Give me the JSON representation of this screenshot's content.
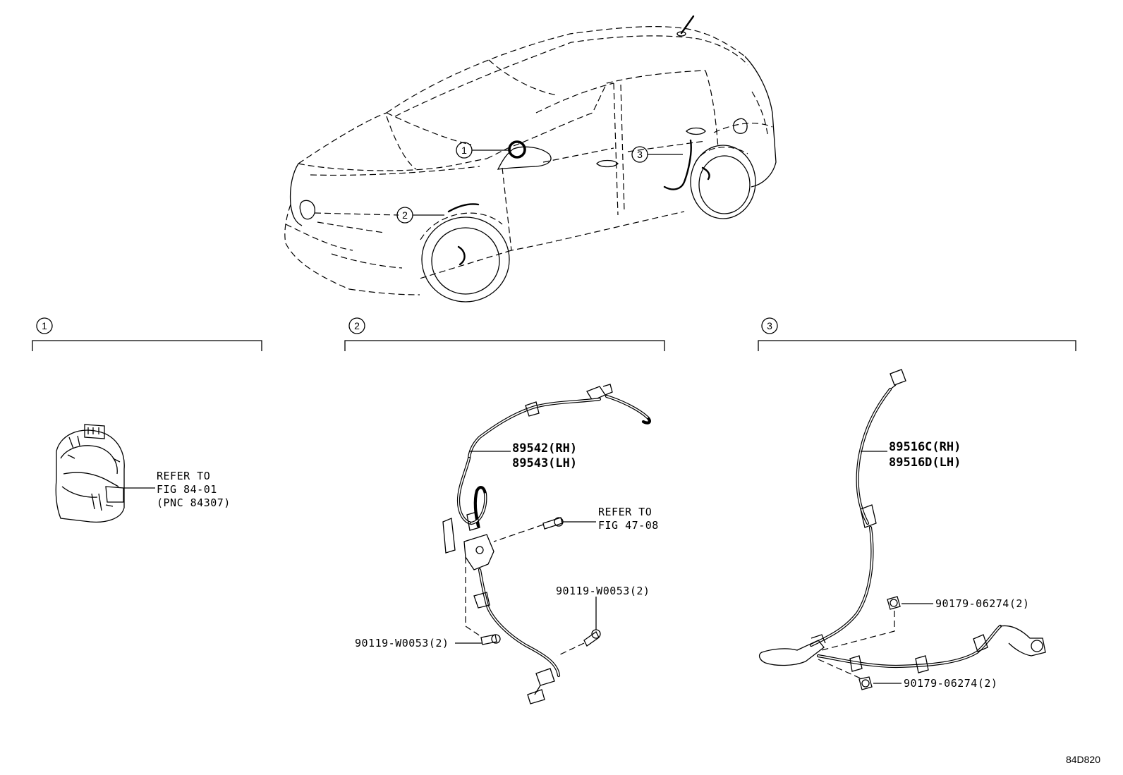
{
  "figure_code": "84D820",
  "callouts": {
    "c1": "1",
    "c2": "2",
    "c3": "3"
  },
  "sections": [
    {
      "number": "1",
      "refer_line1": "REFER TO",
      "refer_line2": "FIG 84-01",
      "refer_line3": "(PNC 84307)"
    },
    {
      "number": "2",
      "part_rh": "89542(RH)",
      "part_lh": "89543(LH)",
      "refer_line1": "REFER TO",
      "refer_line2": "FIG 47-08",
      "bolt_right": "90119-W0053(2)",
      "bolt_left": "90119-W0053(2)"
    },
    {
      "number": "3",
      "part_rh": "89516C(RH)",
      "part_lh": "89516D(LH)",
      "nut_upper": "90179-06274(2)",
      "nut_lower": "90179-06274(2)"
    }
  ]
}
